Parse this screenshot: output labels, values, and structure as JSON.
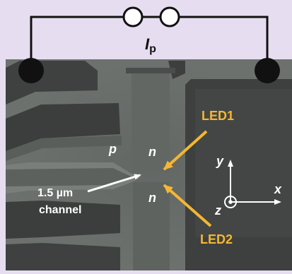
{
  "colors": {
    "background": "#e6def0",
    "wire": "#111111",
    "micrograph": "#6b6f6c",
    "electrode": "#3c3f3d",
    "accent": "#f4b731",
    "label_white": "#ffffff"
  },
  "labels": {
    "current": "I",
    "current_sub": "p",
    "p_region": "p",
    "n_top": "n",
    "n_bottom": "n",
    "led1": "LED1",
    "led2": "LED2",
    "channel_size": "1.5 µm",
    "channel_word": "channel",
    "axis_x": "x",
    "axis_y": "y",
    "axis_z": "z"
  }
}
